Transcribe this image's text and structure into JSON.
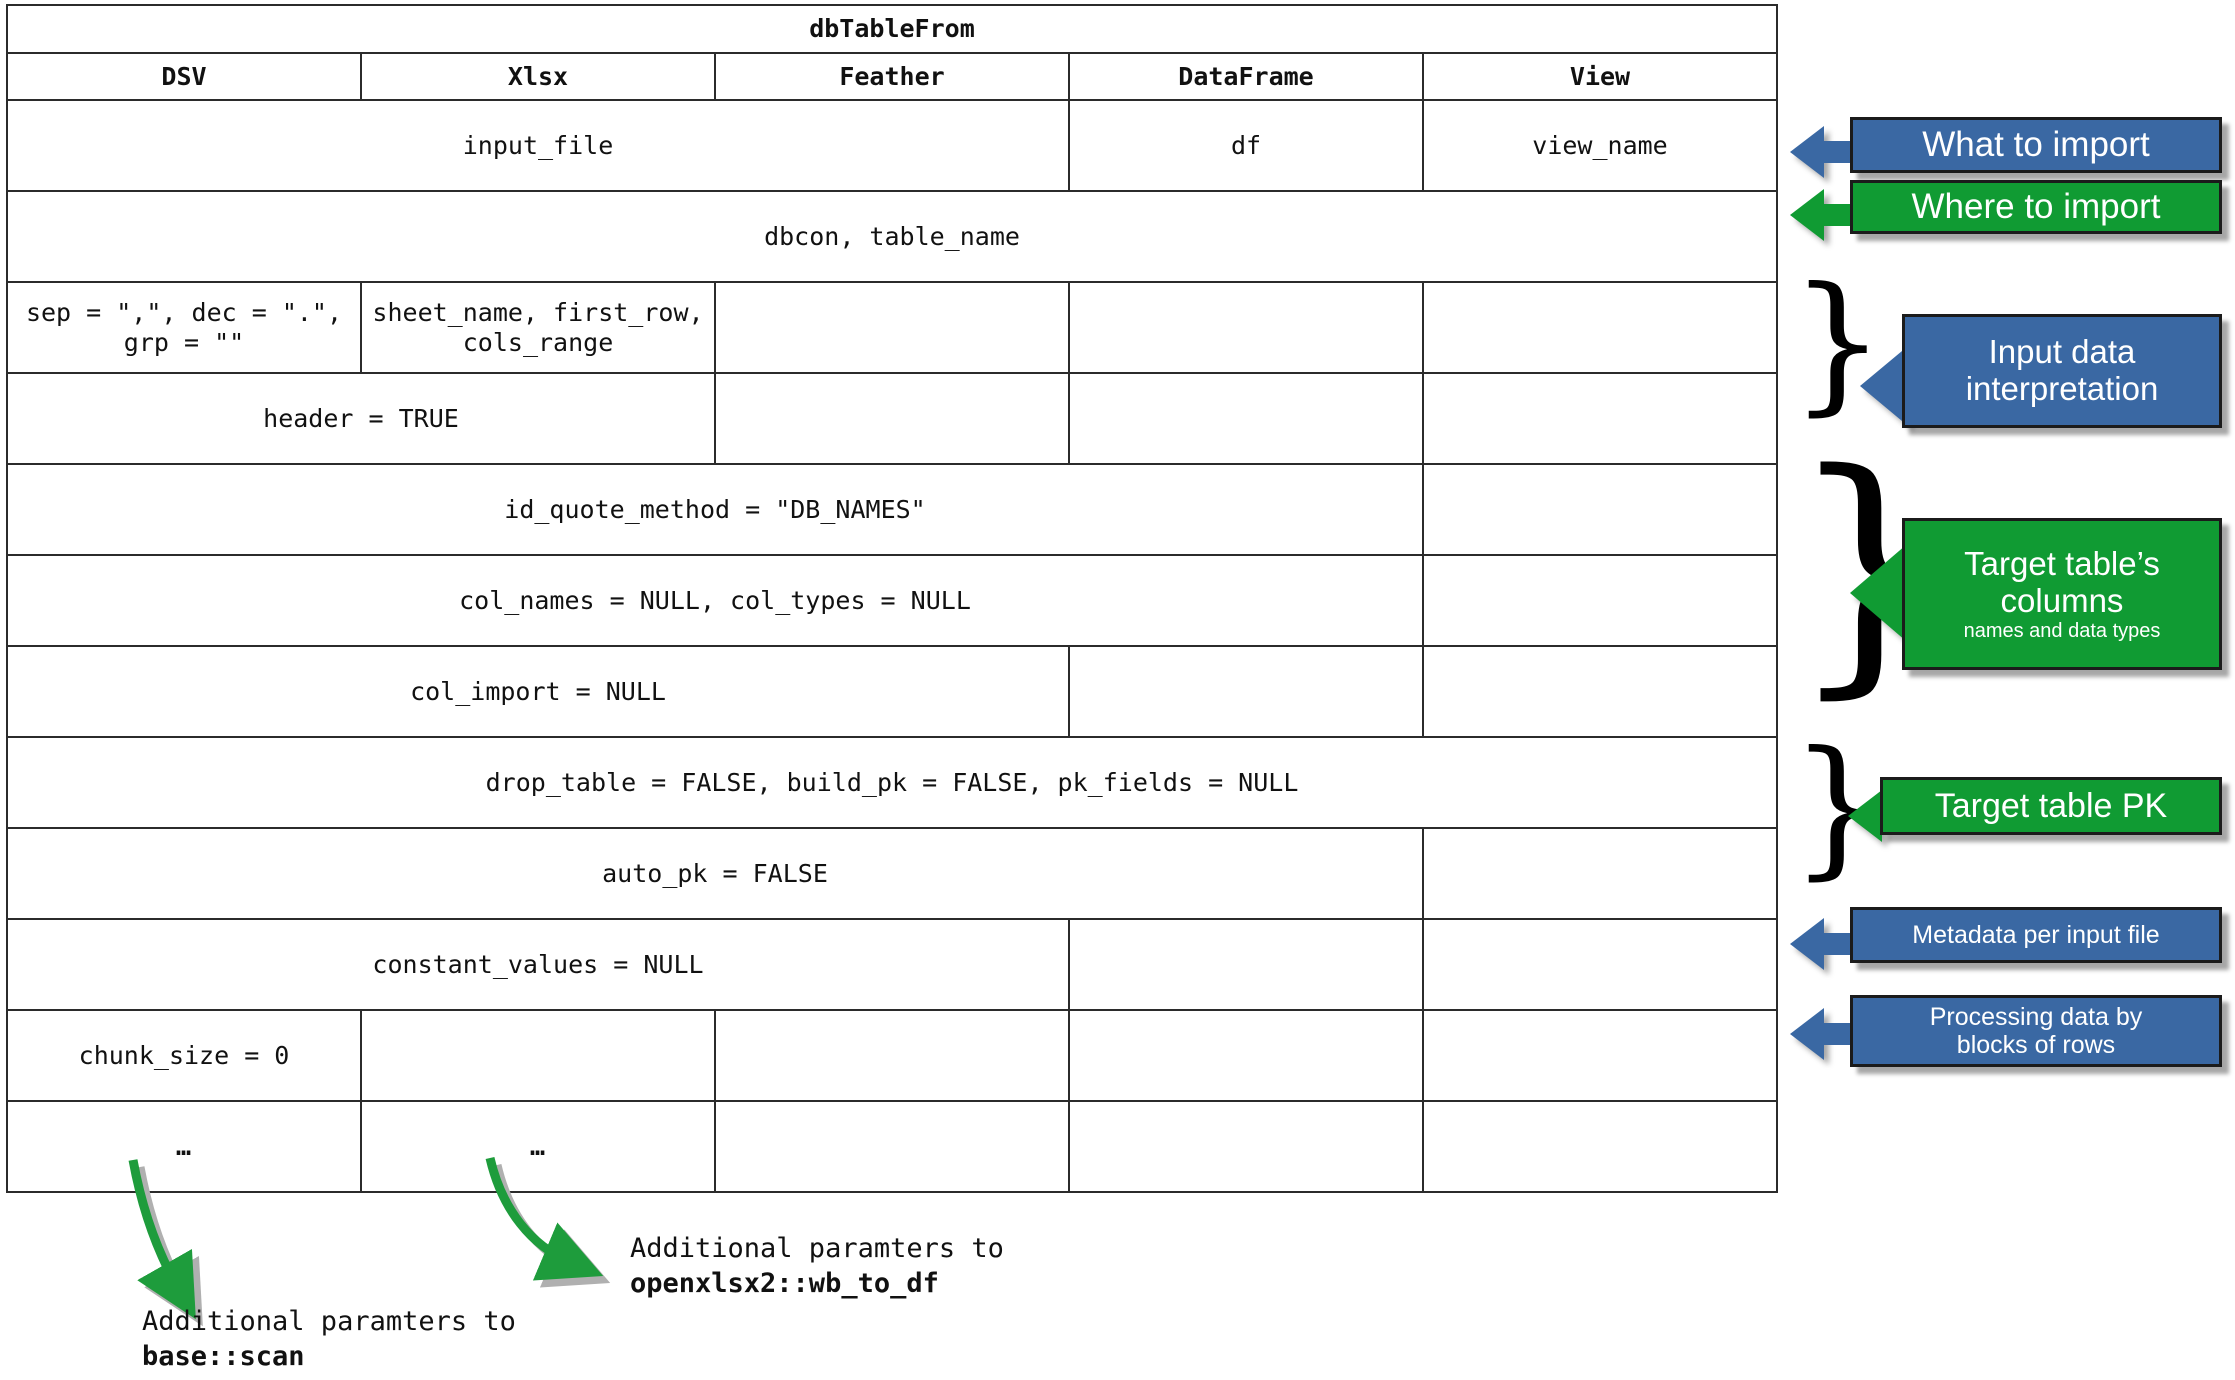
{
  "table": {
    "title": "dbTableFrom",
    "columns": [
      "DSV",
      "Xlsx",
      "Feather",
      "DataFrame",
      "View"
    ],
    "rows": [
      {
        "id": "what-to-import",
        "cells": [
          {
            "text": "input_file",
            "span": 3,
            "gray": false
          },
          {
            "text": "df",
            "span": 1,
            "gray": false
          },
          {
            "text": "view_name",
            "span": 1,
            "gray": false
          }
        ]
      },
      {
        "id": "where-to-import",
        "cells": [
          {
            "text": "dbcon, table_name",
            "span": 5,
            "gray": false
          }
        ]
      },
      {
        "id": "dsv-xlsx-specific",
        "cells": [
          {
            "text": "sep = \",\", dec = \".\",\ngrp = \"\"",
            "span": 1,
            "gray": false
          },
          {
            "text": "sheet_name, first_row,\ncols_range",
            "span": 1,
            "gray": false
          },
          {
            "text": "",
            "span": 1,
            "gray": true
          },
          {
            "text": "",
            "span": 1,
            "gray": true
          },
          {
            "text": "",
            "span": 1,
            "gray": true
          }
        ]
      },
      {
        "id": "header",
        "cells": [
          {
            "text": "header = TRUE",
            "span": 2,
            "gray": false
          },
          {
            "text": "",
            "span": 1,
            "gray": true
          },
          {
            "text": "",
            "span": 1,
            "gray": true
          },
          {
            "text": "",
            "span": 1,
            "gray": true
          }
        ]
      },
      {
        "id": "id-quote-method",
        "cells": [
          {
            "text": "id_quote_method = \"DB_NAMES\"",
            "span": 4,
            "gray": false
          },
          {
            "text": "",
            "span": 1,
            "gray": true
          }
        ]
      },
      {
        "id": "col-names-types",
        "cells": [
          {
            "text": "col_names = NULL, col_types = NULL",
            "span": 4,
            "gray": false
          },
          {
            "text": "",
            "span": 1,
            "gray": true
          }
        ]
      },
      {
        "id": "col-import",
        "cells": [
          {
            "text": "col_import = NULL",
            "span": 3,
            "gray": false
          },
          {
            "text": "",
            "span": 1,
            "gray": true
          },
          {
            "text": "",
            "span": 1,
            "gray": true
          }
        ]
      },
      {
        "id": "drop-table-build-pk",
        "cells": [
          {
            "text": "drop_table = FALSE, build_pk = FALSE, pk_fields = NULL",
            "span": 5,
            "gray": false
          }
        ]
      },
      {
        "id": "auto-pk",
        "cells": [
          {
            "text": "auto_pk = FALSE",
            "span": 4,
            "gray": false
          },
          {
            "text": "",
            "span": 1,
            "gray": true
          }
        ]
      },
      {
        "id": "constant-values",
        "cells": [
          {
            "text": "constant_values = NULL",
            "span": 3,
            "gray": false
          },
          {
            "text": "",
            "span": 1,
            "gray": true
          },
          {
            "text": "",
            "span": 1,
            "gray": true
          }
        ]
      },
      {
        "id": "chunk-size",
        "cells": [
          {
            "text": "chunk_size = 0",
            "span": 1,
            "gray": false
          },
          {
            "text": "",
            "span": 1,
            "gray": true
          },
          {
            "text": "",
            "span": 1,
            "gray": true
          },
          {
            "text": "",
            "span": 1,
            "gray": true
          },
          {
            "text": "",
            "span": 1,
            "gray": true
          }
        ]
      },
      {
        "id": "ellipsis",
        "cells": [
          {
            "text": "…",
            "span": 1,
            "gray": false,
            "dots": true
          },
          {
            "text": "…",
            "span": 1,
            "gray": false,
            "dots": true
          },
          {
            "text": "",
            "span": 1,
            "gray": true
          },
          {
            "text": "",
            "span": 1,
            "gray": true
          },
          {
            "text": "",
            "span": 1,
            "gray": true
          }
        ]
      }
    ]
  },
  "callouts": [
    {
      "id": "what-to-import",
      "label": "What to import",
      "sub": "",
      "color": "blue"
    },
    {
      "id": "where-to-import",
      "label": "Where to import",
      "sub": "",
      "color": "green"
    },
    {
      "id": "input-data-interpretation",
      "label": "Input data\ninterpretation",
      "sub": "",
      "color": "blue"
    },
    {
      "id": "target-table-columns",
      "label": "Target table’s\ncolumns",
      "sub": "names and data types",
      "color": "green"
    },
    {
      "id": "target-table-pk",
      "label": "Target table PK",
      "sub": "",
      "color": "green"
    },
    {
      "id": "metadata-per-input-file",
      "label": "Metadata per input file",
      "sub": "",
      "color": "blue"
    },
    {
      "id": "processing-by-blocks",
      "label": "Processing data by\nblocks of rows",
      "sub": "",
      "color": "blue"
    }
  ],
  "notes": [
    {
      "id": "note-scan",
      "line1": "Additional paramters to",
      "line2": "base::scan"
    },
    {
      "id": "note-wb-to-df",
      "line1": "Additional paramters to",
      "line2": "openxlsx2::wb_to_df"
    }
  ],
  "colors": {
    "blue": "#3a68a3",
    "green": "#109b33",
    "gray_cell": "#808080",
    "border": "#2b2b2b",
    "arrow_green": "#15a03a"
  }
}
